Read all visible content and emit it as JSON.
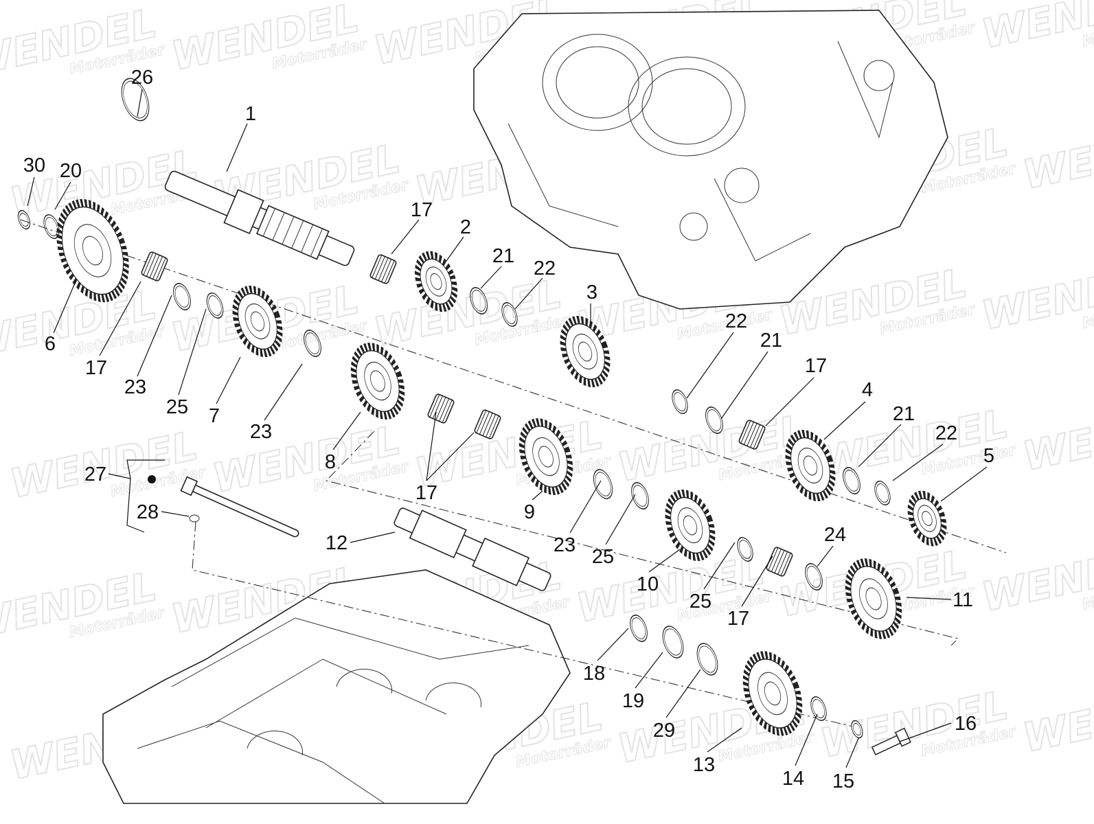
{
  "watermark": {
    "brand": "WENDEL",
    "sub": "Motorräder"
  },
  "callouts": [
    "26",
    "1",
    "30",
    "20",
    "17",
    "2",
    "21",
    "22",
    "3",
    "6",
    "17",
    "23",
    "25",
    "7",
    "23",
    "22",
    "21",
    "17",
    "4",
    "21",
    "22",
    "5",
    "8",
    "17",
    "27",
    "28",
    "9",
    "12",
    "23",
    "25",
    "10",
    "24",
    "11",
    "25",
    "17",
    "18",
    "19",
    "29",
    "13",
    "14",
    "15",
    "16"
  ]
}
